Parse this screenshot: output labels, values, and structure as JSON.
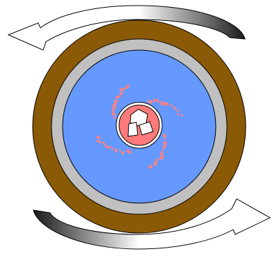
{
  "diagram": {
    "arrows": [
      {
        "name": "top-rotation-arrow",
        "direction": "counterclockwise"
      },
      {
        "name": "bottom-rotation-arrow",
        "direction": "counterclockwise"
      }
    ],
    "colors": {
      "outer_ring": "#8b5a07",
      "gray_ring": "#c0c0c0",
      "inner_disc": "#6699ff",
      "core": "#ff7a7a",
      "core_border": "#ffffff",
      "particles": "#ff8080",
      "crystal_fill": "#ffffff",
      "outline": "#000000",
      "arrow_light": "#ffffff",
      "arrow_dark": "#1a1a1a"
    },
    "particle_arms": 4,
    "crystal_count": 3
  }
}
